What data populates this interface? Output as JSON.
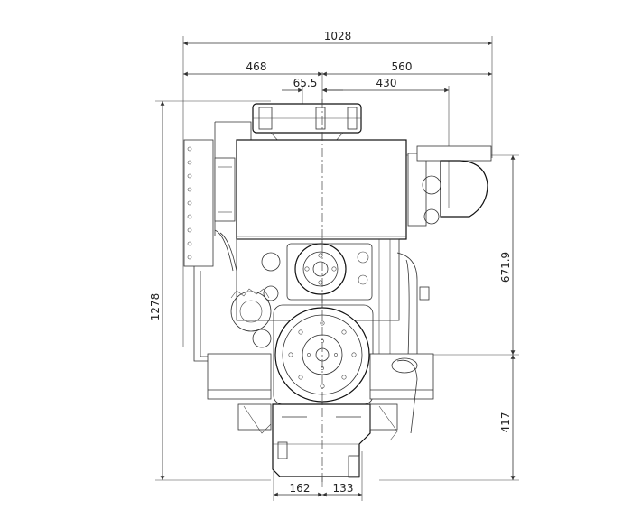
{
  "drawing": {
    "dimensions": {
      "overall_width": "1028",
      "left_width": "468",
      "right_width": "560",
      "offset_small": "65.5",
      "offset_right": "430",
      "overall_height": "1278",
      "upper_height": "671.9",
      "lower_height": "417",
      "base_left": "162",
      "base_right": "133"
    }
  }
}
